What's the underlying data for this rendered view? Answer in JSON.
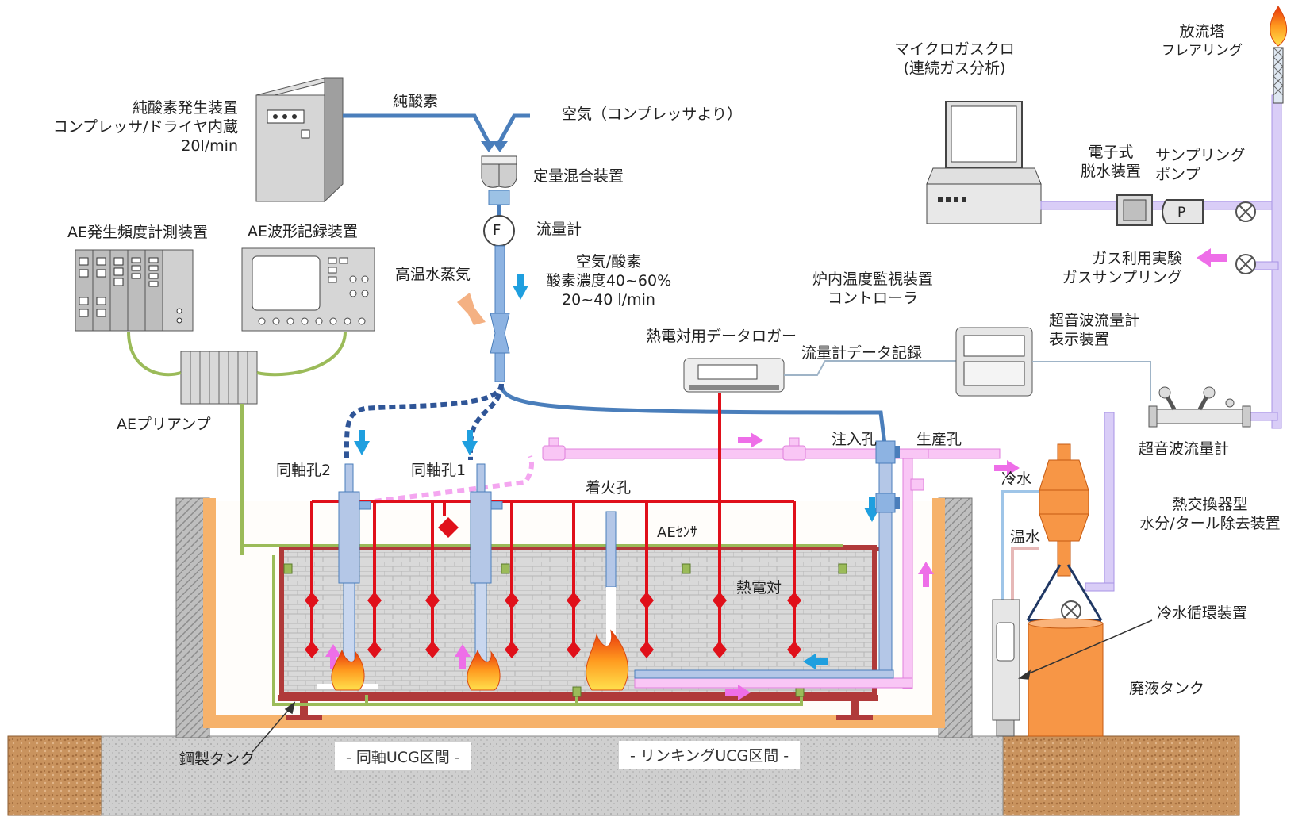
{
  "labels": {
    "oxygen_generator": [
      "純酸素発生装置",
      "コンプレッサ/ドライヤ内蔵",
      "20l/min"
    ],
    "pure_oxygen": "純酸素",
    "air_compressor": "空気（コンプレッサより）",
    "mixer": "定量混合装置",
    "flowmeter": "流量計",
    "flowmeter_symbol": "F",
    "steam": "高温水蒸気",
    "gas_condition": [
      "空気/酸素",
      "酸素濃度40~60%",
      "20~40 l/min"
    ],
    "ae_freq": "AE発生頻度計測装置",
    "ae_wave": "AE波形記録装置",
    "ae_preamp": "AEプリアンプ",
    "micro_gc": [
      "マイクロガスクロ",
      "(連続ガス分析)"
    ],
    "flare": [
      "放流塔",
      "フレアリング"
    ],
    "dehydrator": [
      "電子式",
      "脱水装置"
    ],
    "pump": [
      "サンプリング",
      "ポンプ"
    ],
    "pump_symbol": "P",
    "gas_sampling": [
      "ガス利用実験",
      "ガスサンプリング"
    ],
    "furnace_monitor": [
      "炉内温度監視装置",
      "コントローラ"
    ],
    "ultrasonic_display": [
      "超音波流量計",
      "表示装置"
    ],
    "thermo_logger": "熱電対用データロガー",
    "flow_record": "流量計データ記録",
    "ultrasonic_meter": "超音波流量計",
    "injection_hole": "注入孔",
    "production_hole": "生産孔",
    "coaxial2": "同軸孔2",
    "coaxial1": "同軸孔1",
    "ignition_hole": "着火孔",
    "ae_sensor": "AEｾﾝｻ",
    "thermocouple": "熱電対",
    "cold_water": "冷水",
    "warm_water": "温水",
    "heat_exchanger": [
      "熱交換器型",
      "水分/タール除去装置"
    ],
    "chiller": "冷水循環装置",
    "waste_tank": "廃液タンク",
    "steel_tank": "鋼製タンク",
    "section_coaxial": "- 同軸UCG区間 -",
    "section_linking": "- リンキングUCG区間 -"
  },
  "colors": {
    "supply_pipe": "#4a7ebb",
    "thermocouple": "#e0101a",
    "ae_cable": "#9bbb59",
    "product_gas": "#f4a6f0",
    "sampling_line": "#c9b8f2",
    "flow_arrow": "#1f9fdf",
    "tank_frame": "#b03a3a",
    "insulation": "#f6b26b",
    "heat_exchanger": "#f79646"
  }
}
